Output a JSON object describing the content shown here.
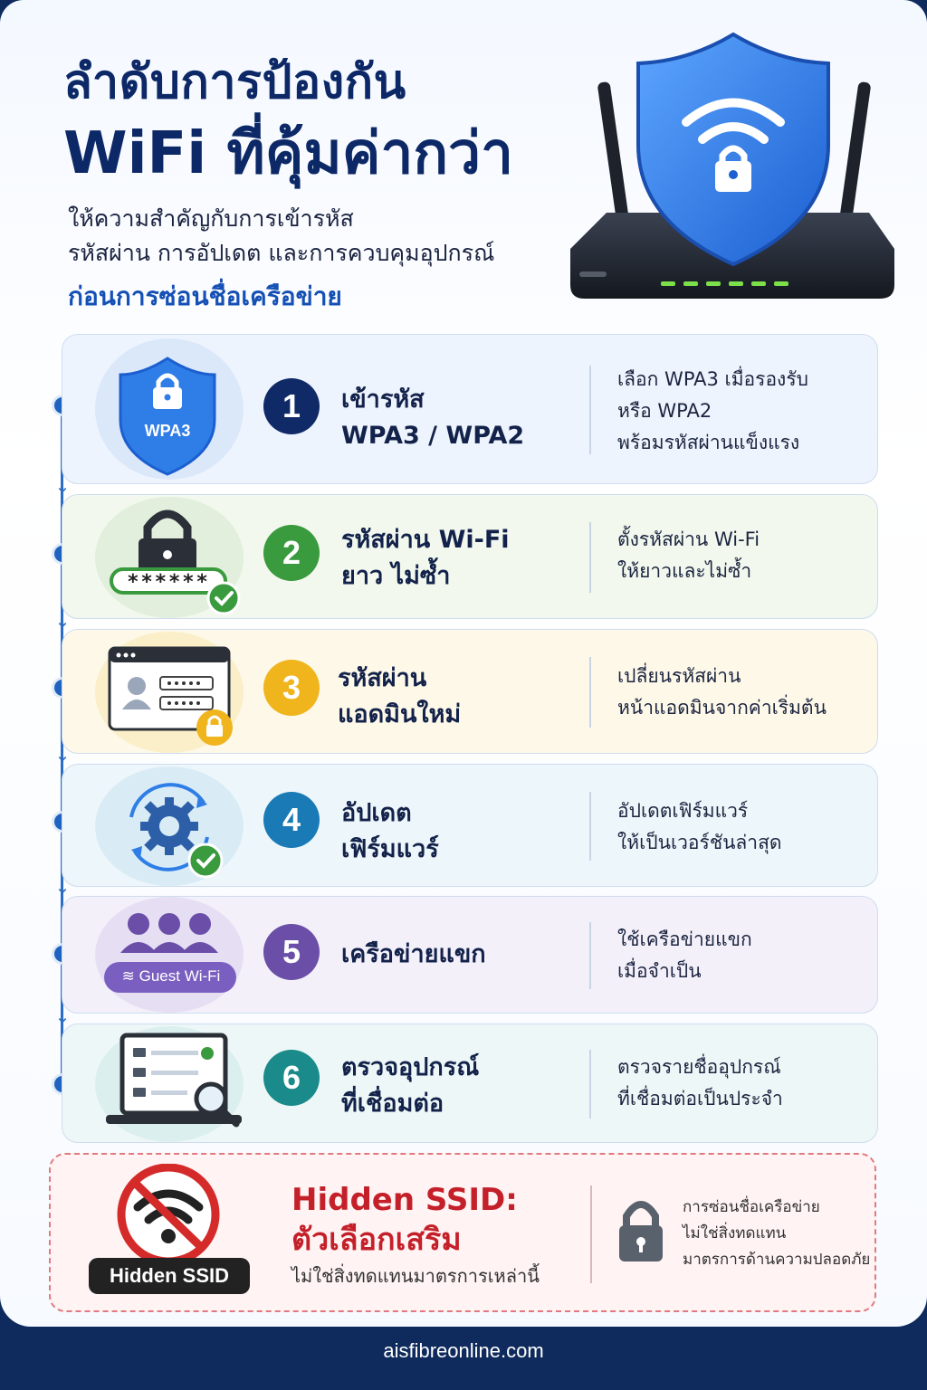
{
  "header": {
    "title_line1": "ลำดับการป้องกัน",
    "title_line2": "WiFi ที่คุ้มค่ากว่า",
    "subtitle_line1": "ให้ความสำคัญกับการเข้ารหัส",
    "subtitle_line2": "รหัสผ่าน การอัปเดต และการควบคุมอุปกรณ์",
    "subtitle_line3": "ก่อนการซ่อนชื่อเครือข่าย"
  },
  "steps": [
    {
      "number": "1",
      "icon": "wpa3-shield-icon",
      "badge": "WPA3",
      "title_line1": "เข้ารหัส",
      "title_line2": "WPA3 / WPA2",
      "desc_line1": "เลือก WPA3 เมื่อรองรับ",
      "desc_line2": "หรือ WPA2",
      "desc_line3": "พร้อมรหัสผ่านแข็งแรง",
      "color": "#0f2a66"
    },
    {
      "number": "2",
      "icon": "password-lock-icon",
      "mask": "******",
      "title_line1": "รหัสผ่าน Wi-Fi",
      "title_line2": "ยาว ไม่ซ้ำ",
      "desc_line1": "ตั้งรหัสผ่าน Wi-Fi",
      "desc_line2": "ให้ยาวและไม่ซ้ำ",
      "color": "#3a9a3e"
    },
    {
      "number": "3",
      "icon": "admin-login-icon",
      "title_line1": "รหัสผ่าน",
      "title_line2": "แอดมินใหม่",
      "desc_line1": "เปลี่ยนรหัสผ่าน",
      "desc_line2": "หน้าแอดมินจากค่าเริ่มต้น",
      "color": "#f0b41c"
    },
    {
      "number": "4",
      "icon": "firmware-update-gear-icon",
      "title_line1": "อัปเดต",
      "title_line2": "เฟิร์มแวร์",
      "desc_line1": "อัปเดตเฟิร์มแวร์",
      "desc_line2": "ให้เป็นเวอร์ชันล่าสุด",
      "color": "#1a7ab5"
    },
    {
      "number": "5",
      "icon": "guest-network-icon",
      "badge": "Guest Wi-Fi",
      "title_line1": "เครือข่ายแขก",
      "title_line2": "",
      "desc_line1": "ใช้เครือข่ายแขก",
      "desc_line2": "เมื่อจำเป็น",
      "color": "#6a4ea8"
    },
    {
      "number": "6",
      "icon": "connected-devices-laptop-icon",
      "title_line1": "ตรวจอุปกรณ์",
      "title_line2": "ที่เชื่อมต่อ",
      "desc_line1": "ตรวจรายชื่ออุปกรณ์",
      "desc_line2": "ที่เชื่อมต่อเป็นประจำ",
      "color": "#1a8a8a"
    }
  ],
  "hidden_ssid": {
    "badge": "Hidden SSID",
    "title_line1": "Hidden SSID:",
    "title_line2": "ตัวเลือกเสริม",
    "subtitle": "ไม่ใช่สิ่งทดแทนมาตรการเหล่านี้",
    "desc_line1": "การซ่อนชื่อเครือข่าย",
    "desc_line2": "ไม่ใช่สิ่งทดแทน",
    "desc_line3": "มาตรการด้านความปลอดภัย"
  },
  "footer": {
    "url": "aisfibreonline.com"
  }
}
